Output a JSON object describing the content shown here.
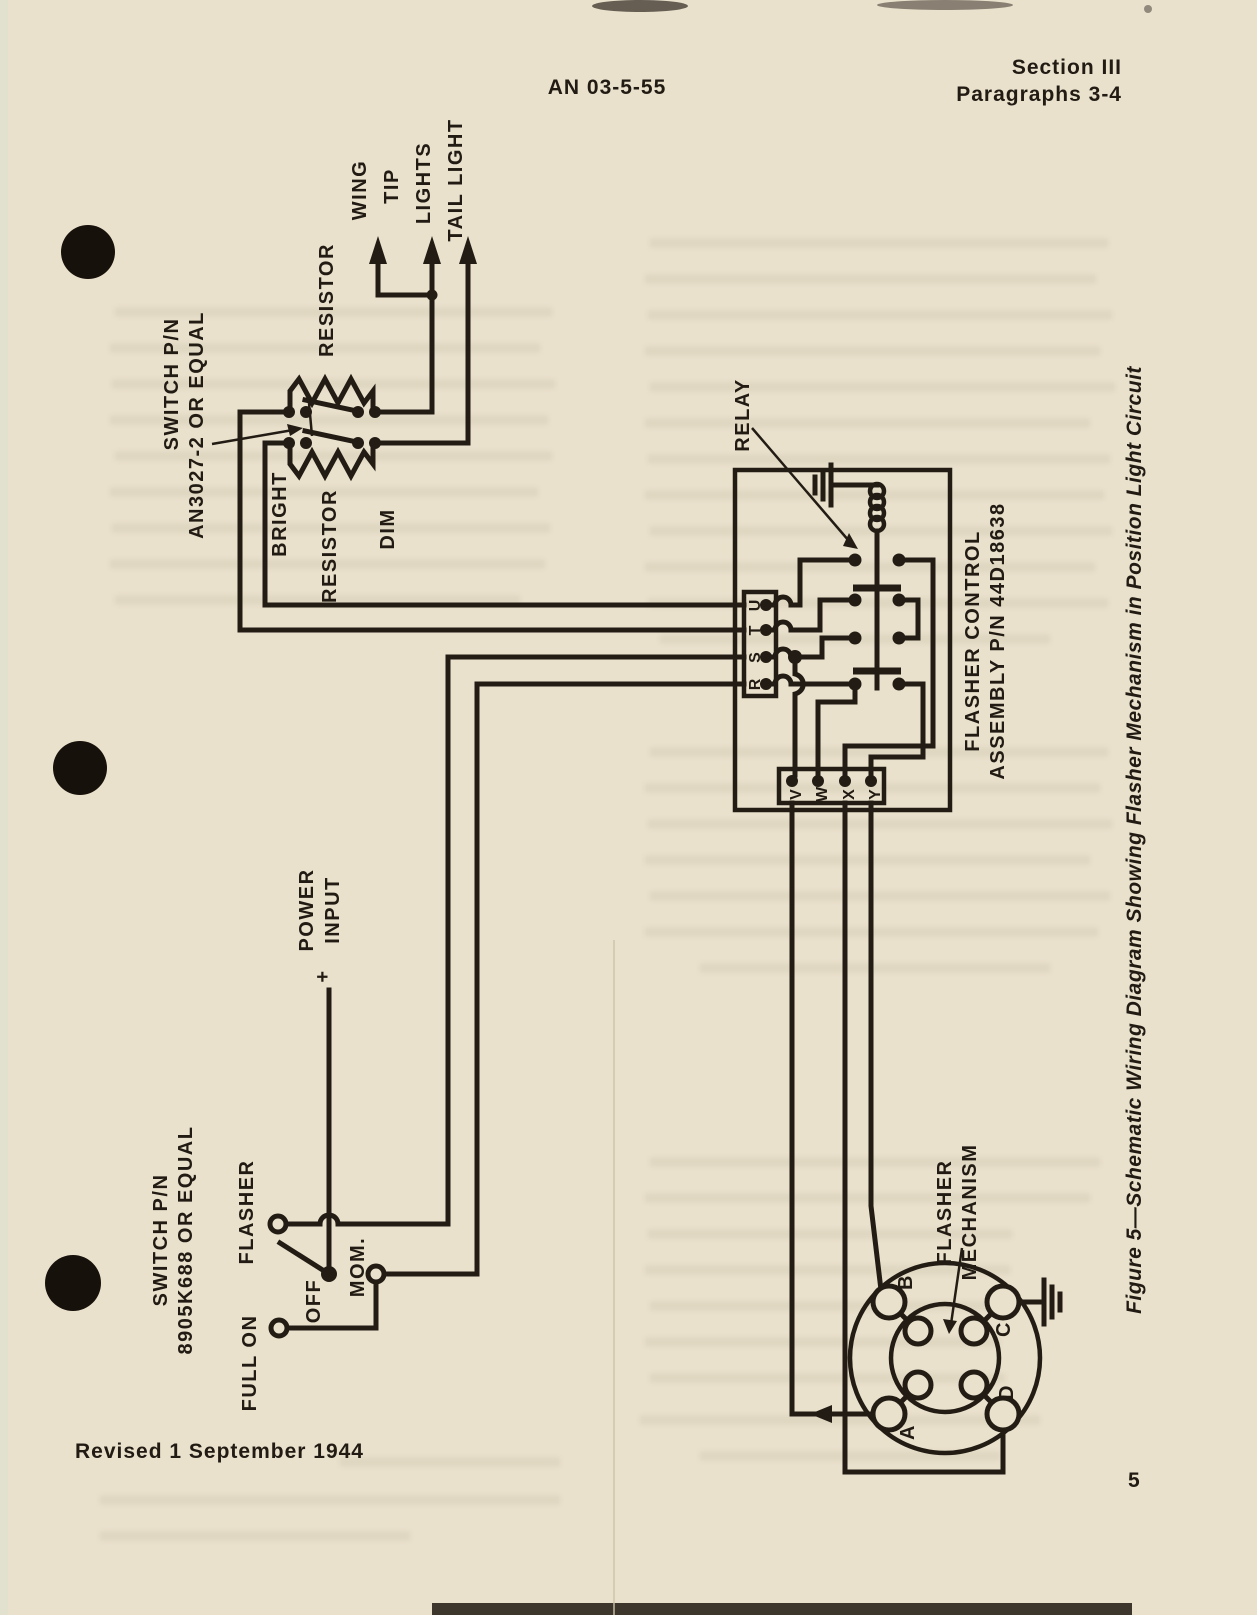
{
  "header": {
    "doc_number": "AN 03-5-55",
    "section": "Section III",
    "paragraphs": "Paragraphs 3-4"
  },
  "footer": {
    "revision": "Revised 1 September 1944",
    "page_number": "5"
  },
  "figure": {
    "caption": "Figure 5—Schematic Wiring Diagram Showing Flasher Mechanism in Position Light Circuit"
  },
  "diagram": {
    "lights": {
      "wing": "WING",
      "tip": "TIP",
      "lights": "LIGHTS",
      "tail": "TAIL LIGHT"
    },
    "dimmer_switch": {
      "line1": "SWITCH P/N",
      "line2": "AN3027-2 OR EQUAL",
      "resistor_top": "RESISTOR",
      "resistor_bottom": "RESISTOR",
      "bright": "BRIGHT",
      "dim": "DIM"
    },
    "relay_label": "RELAY",
    "flasher_control": {
      "line1": "FLASHER CONTROL",
      "line2": "ASSEMBLY P/N 44D18638",
      "terminals_in": [
        "R",
        "S",
        "T",
        "U"
      ],
      "terminals_out": [
        "V",
        "W",
        "X",
        "Y"
      ]
    },
    "power": {
      "line1": "POWER",
      "line2": "INPUT",
      "polarity": "+"
    },
    "selector_switch": {
      "line1": "SWITCH P/N",
      "line2": "8905K688 OR EQUAL",
      "positions": {
        "full_on": "FULL ON",
        "off": "OFF",
        "flasher": "FLASHER",
        "mom": "MOM."
      }
    },
    "flasher_mechanism": {
      "line1": "FLASHER",
      "line2": "MECHANISM",
      "terminals": [
        "A",
        "B",
        "C",
        "D"
      ]
    },
    "colors": {
      "paper": "#e9e1cc",
      "ink": "#221c14"
    }
  }
}
